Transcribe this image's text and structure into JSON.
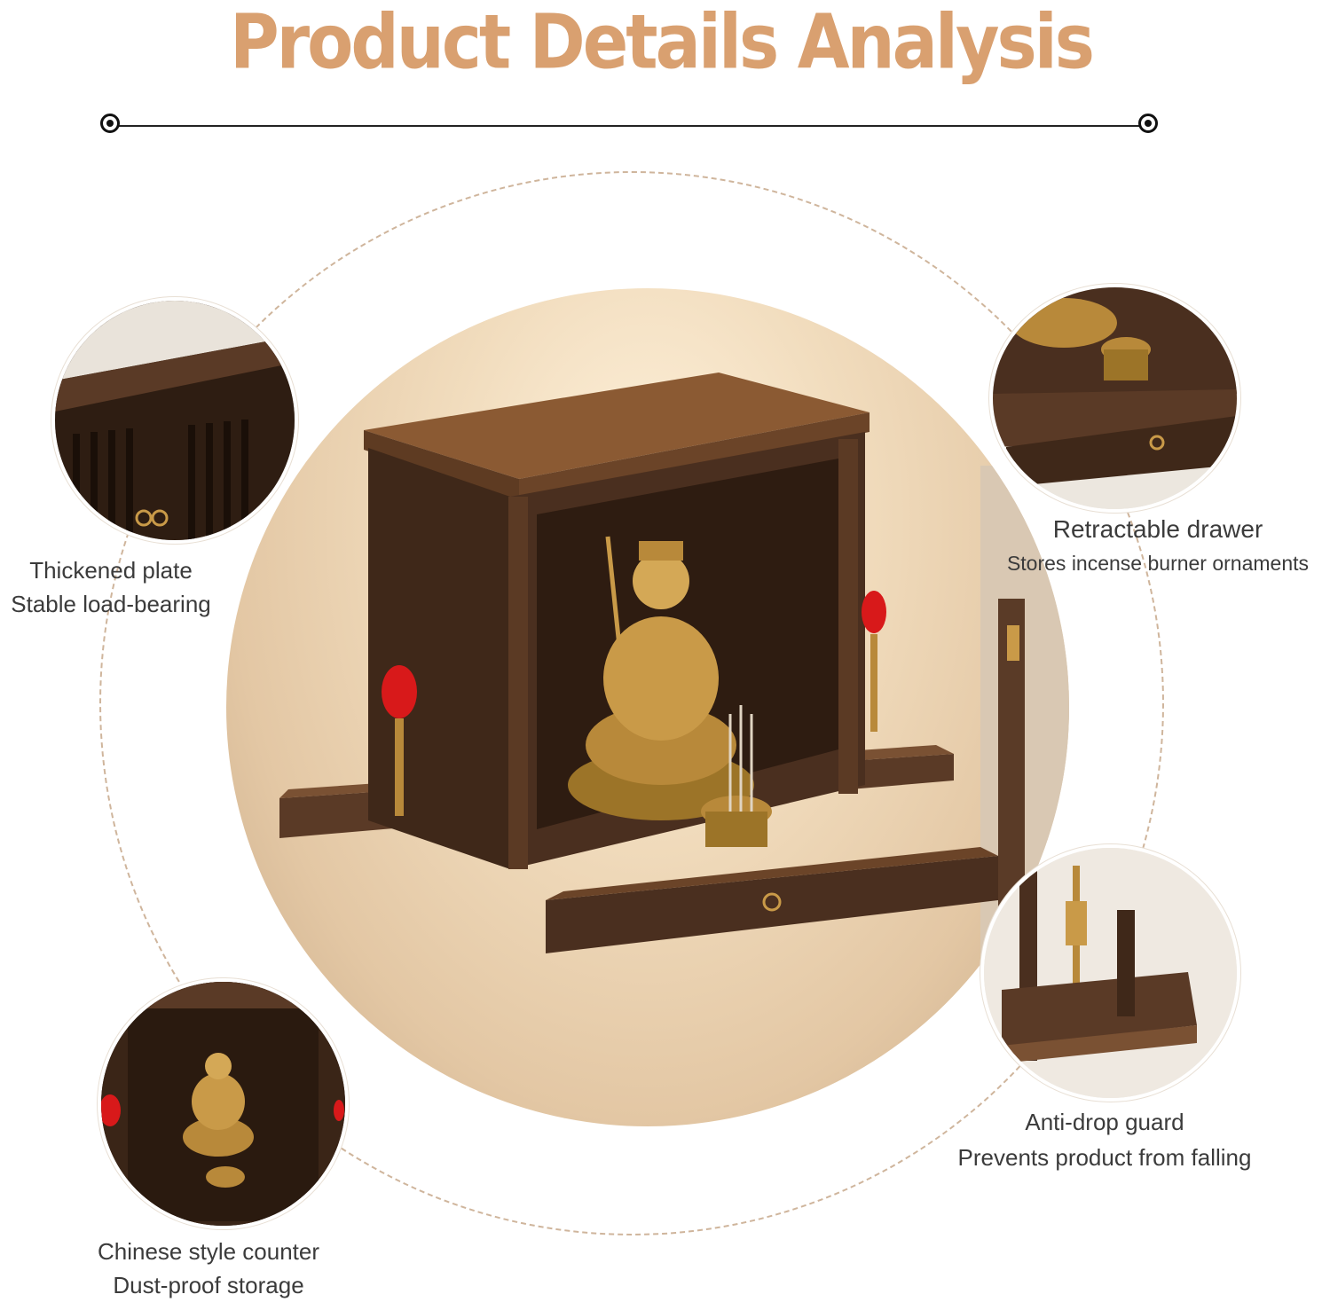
{
  "header": {
    "title": "Product Details Analysis"
  },
  "features": [
    {
      "title": "Thickened plate",
      "subtitle": "Stable load-bearing"
    },
    {
      "title": "Retractable drawer",
      "subtitle": "Stores incense burner ornaments"
    },
    {
      "title": "Anti-drop guard",
      "subtitle": "Prevents product from falling"
    },
    {
      "title": "Chinese style counter",
      "subtitle": "Dust-proof storage"
    }
  ],
  "colors": {
    "title": "#d9a070",
    "wood_dark": "#4a2f1f",
    "wood_top": "#7a4a2a",
    "gold": "#b8893a",
    "lantern_red": "#d8191a",
    "ring": "#cfb59c"
  }
}
